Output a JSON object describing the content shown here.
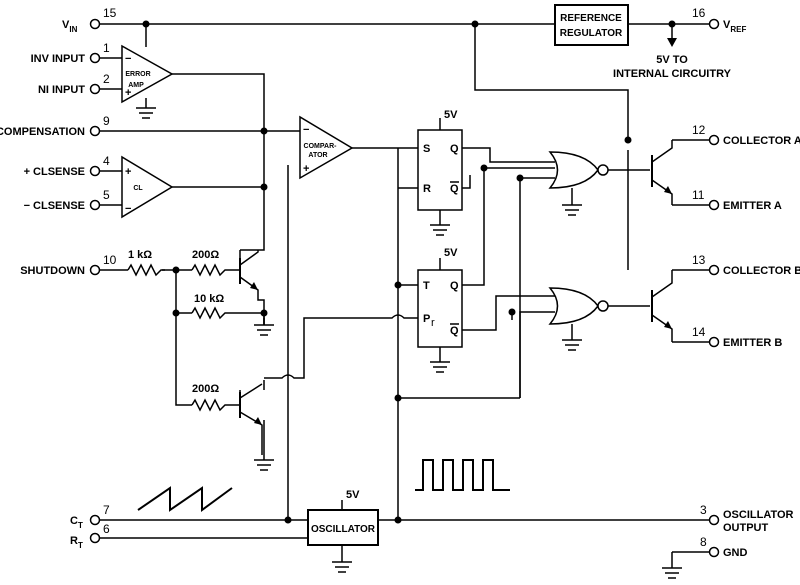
{
  "pins": {
    "vin": {
      "num": "15",
      "label": "V",
      "sub": "IN"
    },
    "inv": {
      "num": "1",
      "label": "INV INPUT"
    },
    "ni": {
      "num": "2",
      "label": "NI INPUT"
    },
    "comp": {
      "num": "9",
      "label": "COMPENSATION"
    },
    "clsp": {
      "num": "4",
      "label": "+ CLSENSE"
    },
    "clsm": {
      "num": "5",
      "label": "− CLSENSE"
    },
    "shdn": {
      "num": "10",
      "label": "SHUTDOWN"
    },
    "ct": {
      "num": "7",
      "label": "C",
      "sub": "T"
    },
    "rt": {
      "num": "6",
      "label": "R",
      "sub": "T"
    },
    "vref": {
      "num": "16",
      "label": "V",
      "sub": "REF"
    },
    "colA": {
      "num": "12",
      "label": "COLLECTOR A"
    },
    "emA": {
      "num": "11",
      "label": "EMITTER A"
    },
    "colB": {
      "num": "13",
      "label": "COLLECTOR B"
    },
    "emB": {
      "num": "14",
      "label": "EMITTER B"
    },
    "osc": {
      "num": "3",
      "label1": "OSCILLATOR",
      "label2": "OUTPUT"
    },
    "gnd": {
      "num": "8",
      "label": "GND"
    }
  },
  "blocks": {
    "ref1": "REFERENCE",
    "ref2": "REGULATOR",
    "int1": "5V TO",
    "int2": "INTERNAL CIRCUITRY",
    "ea1": "ERROR",
    "ea2": "AMP",
    "cl": "CL",
    "cmp1": "COMPAR-",
    "cmp2": "ATOR",
    "osc": "OSCILLATOR",
    "ffS": "S",
    "ffR": "R",
    "ffQ": "Q",
    "ffQb": "Q",
    "ffT": "T",
    "ffP": "P",
    "ffPsub": "r",
    "v5": "5V"
  },
  "resistors": {
    "r1": "1 kΩ",
    "r2": "200Ω",
    "r3": "10 kΩ",
    "r4": "200Ω"
  },
  "signs": {
    "minus": "−",
    "plus": "+"
  }
}
